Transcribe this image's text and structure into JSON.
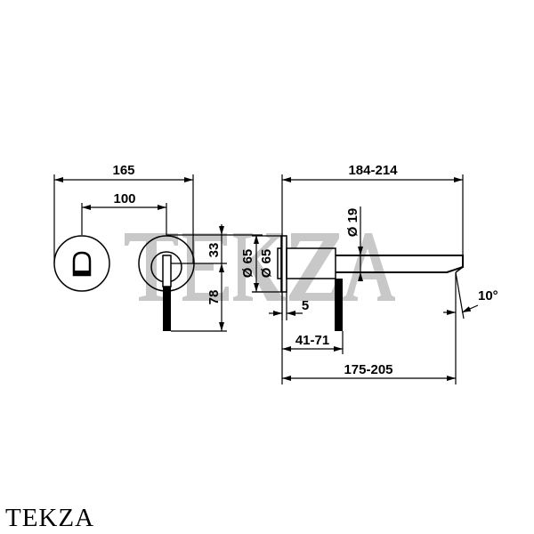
{
  "watermark": "TEKZA",
  "brand": "TEKZA",
  "front_view": {
    "overall_width": "165",
    "center_distance": "100",
    "lever_top": "33",
    "lever_bottom": "78",
    "plate_diameter": "Ø 65"
  },
  "side_view": {
    "overall_length": "184-214",
    "spout_diameter": "Ø 19",
    "plate_diameter": "Ø 65",
    "plate_thickness": "5",
    "lever_offset": "41-71",
    "spout_projection": "175-205",
    "tip_angle": "10°"
  },
  "colors": {
    "line": "#000000",
    "watermark": "#c8c8c8"
  }
}
